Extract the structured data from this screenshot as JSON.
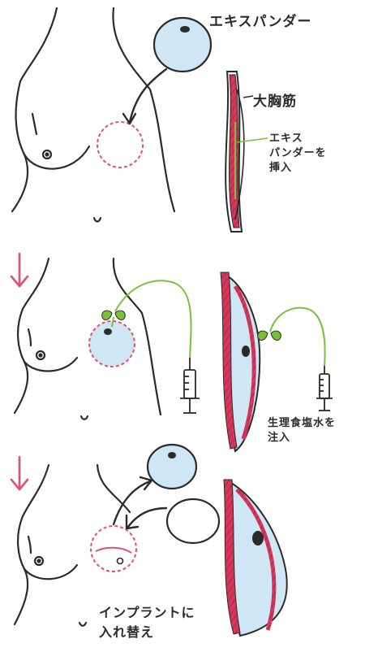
{
  "labels": {
    "expander": "エキスパンダー",
    "pectoralis": "大胸筋",
    "insert_line1": "エキス",
    "insert_line2": "パンダーを",
    "insert_line3": "挿入",
    "saline_line1": "生理食塩水を",
    "saline_line2": "注入",
    "implant_line1": "インプラントに",
    "implant_line2": "入れ替え"
  },
  "colors": {
    "outline": "#2b2b2b",
    "skin_fill": "#ffffff",
    "expander_fill": "#cfe6f5",
    "muscle": "#d6365a",
    "dashed_circle": "#e0506f",
    "tube": "#7cbf3a",
    "arrow_pink": "#e0506f"
  },
  "icons": [
    "step-arrow-icon",
    "syringe-icon",
    "valve-icon",
    "expander-icon",
    "implant-icon"
  ]
}
